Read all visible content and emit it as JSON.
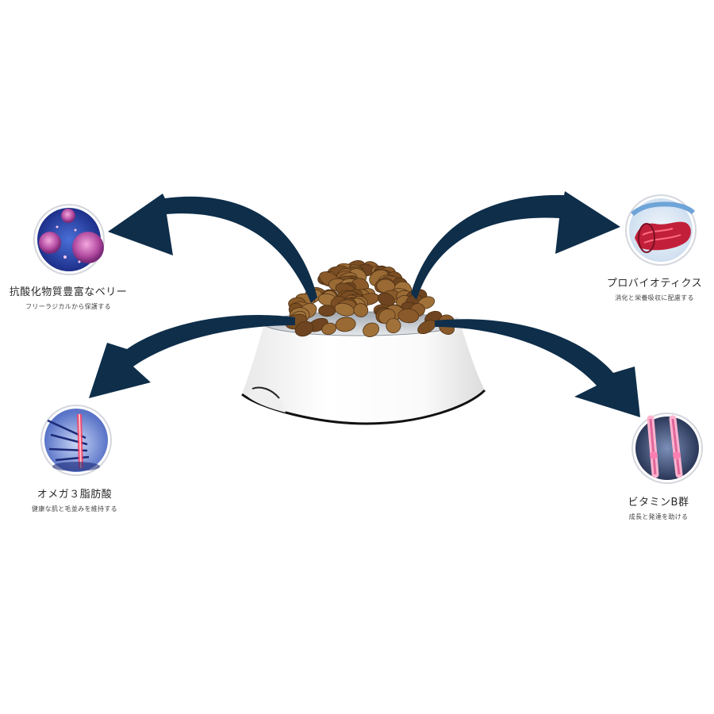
{
  "colors": {
    "arrow": "#0e2e4a",
    "kibble": "#8a5a2a",
    "bowl": "#ffffff",
    "bowl_rim": "#111111"
  },
  "benefits": {
    "berry": {
      "title": "抗酸化物質豊富なベリー",
      "desc": "フリーラジカルから保護する",
      "icon": "antioxidant-cell-icon"
    },
    "probio": {
      "title": "プロバイオティクス",
      "desc": "消化と栄養吸収に配慮する",
      "icon": "intestine-icon"
    },
    "omega": {
      "title": "オメガ３脂肪酸",
      "desc": "健康な肌と毛並みを維持する",
      "icon": "hair-follicle-icon"
    },
    "vitamin": {
      "title": "ビタミンB群",
      "desc": "成長と発達を助ける",
      "icon": "bone-joint-icon"
    }
  }
}
